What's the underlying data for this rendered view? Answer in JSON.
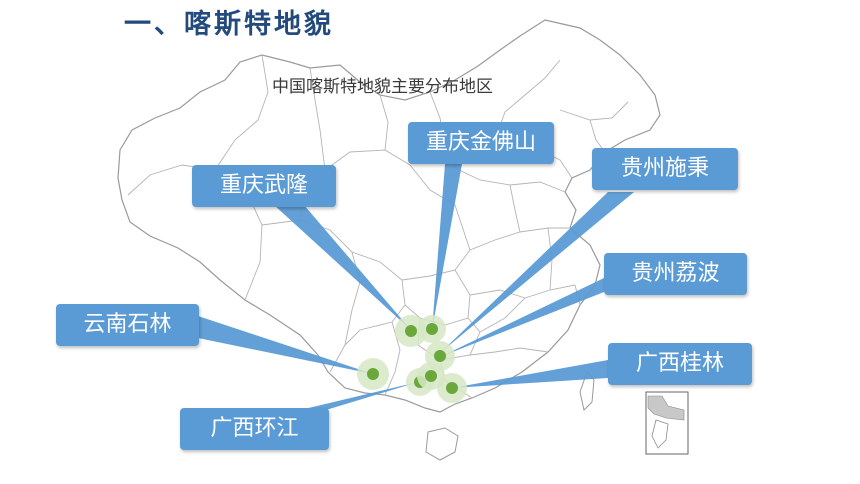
{
  "slide": {
    "title": "一、喀斯特地貌"
  },
  "map": {
    "subtitle": "中国喀斯特地貌主要分布地区",
    "colors": {
      "callout": "#5b9bd5",
      "marker": "#6aa83c",
      "marker_halo": "#d6e8c4",
      "border": "#9a9a9a",
      "title": "#234a7c"
    },
    "locations": [
      {
        "id": "chongqing-jinfoshan",
        "label": "重庆金佛山"
      },
      {
        "id": "chongqing-wulong",
        "label": "重庆武隆"
      },
      {
        "id": "guizhou-shibing",
        "label": "贵州施秉"
      },
      {
        "id": "guizhou-libo",
        "label": "贵州荔波"
      },
      {
        "id": "yunnan-shilin",
        "label": "云南石林"
      },
      {
        "id": "guangxi-guilin",
        "label": "广西桂林"
      },
      {
        "id": "guangxi-huanjiang",
        "label": "广西环江"
      }
    ]
  }
}
